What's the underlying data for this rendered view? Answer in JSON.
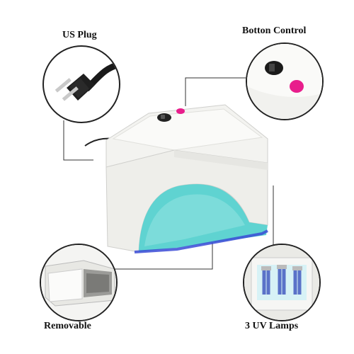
{
  "callouts": {
    "us_plug": "US Plug",
    "botton_control": "Botton Control",
    "removable": "Removable",
    "uv_lamps": "3 UV Lamps"
  },
  "colors": {
    "accent_pink": "#e81e8c",
    "uv_glow": "#5fd3d1",
    "uv_blue": "#3b4bd6",
    "shell_white": "#f2f2ef"
  },
  "icons": [
    "plug-icon",
    "power-switch-icon",
    "pink-button-icon",
    "drawer-icon",
    "uv-lamp-icon"
  ]
}
